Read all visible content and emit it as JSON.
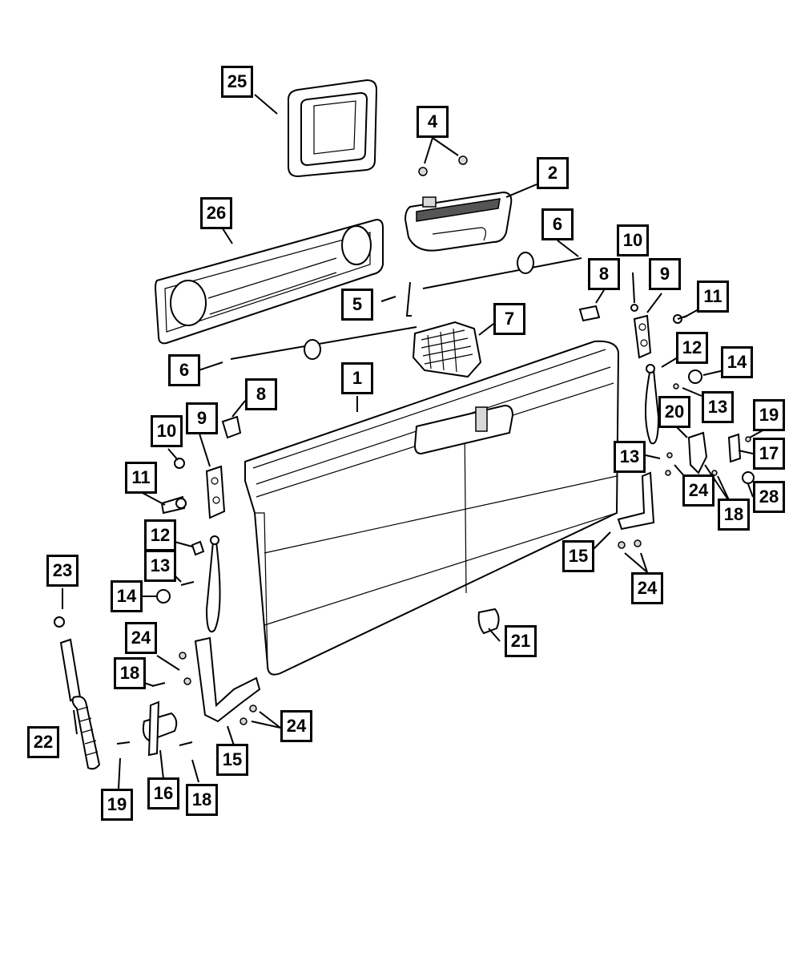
{
  "callouts": [
    {
      "id": "c25",
      "label": "25"
    },
    {
      "id": "c4",
      "label": "4"
    },
    {
      "id": "c2",
      "label": "2"
    },
    {
      "id": "c26",
      "label": "26"
    },
    {
      "id": "c6a",
      "label": "6"
    },
    {
      "id": "c10a",
      "label": "10"
    },
    {
      "id": "c8a",
      "label": "8"
    },
    {
      "id": "c9a",
      "label": "9"
    },
    {
      "id": "c11a",
      "label": "11"
    },
    {
      "id": "c5",
      "label": "5"
    },
    {
      "id": "c7",
      "label": "7"
    },
    {
      "id": "c12a",
      "label": "12"
    },
    {
      "id": "c14a",
      "label": "14"
    },
    {
      "id": "c6b",
      "label": "6"
    },
    {
      "id": "c1",
      "label": "1"
    },
    {
      "id": "c8b",
      "label": "8"
    },
    {
      "id": "c13a",
      "label": "13"
    },
    {
      "id": "c20",
      "label": "20"
    },
    {
      "id": "c19a",
      "label": "19"
    },
    {
      "id": "c9b",
      "label": "9"
    },
    {
      "id": "c10b",
      "label": "10"
    },
    {
      "id": "c13b",
      "label": "13"
    },
    {
      "id": "c17",
      "label": "17"
    },
    {
      "id": "c24a",
      "label": "24"
    },
    {
      "id": "c28",
      "label": "28"
    },
    {
      "id": "c11b",
      "label": "11"
    },
    {
      "id": "c18a",
      "label": "18"
    },
    {
      "id": "c12b",
      "label": "12"
    },
    {
      "id": "c15a",
      "label": "15"
    },
    {
      "id": "c23",
      "label": "23"
    },
    {
      "id": "c13c",
      "label": "13"
    },
    {
      "id": "c24b",
      "label": "24"
    },
    {
      "id": "c14b",
      "label": "14"
    },
    {
      "id": "c24c",
      "label": "24"
    },
    {
      "id": "c21",
      "label": "21"
    },
    {
      "id": "c18b",
      "label": "18"
    },
    {
      "id": "c24d",
      "label": "24"
    },
    {
      "id": "c22",
      "label": "22"
    },
    {
      "id": "c15b",
      "label": "15"
    },
    {
      "id": "c19b",
      "label": "19"
    },
    {
      "id": "c16",
      "label": "16"
    },
    {
      "id": "c18c",
      "label": "18"
    }
  ]
}
